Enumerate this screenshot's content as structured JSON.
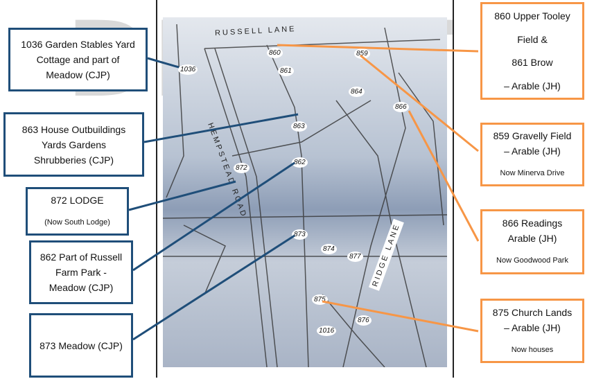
{
  "watermark": "DRAFT",
  "map": {
    "roads": [
      "RUSSELL LANE",
      "HEMPSTEAD ROAD",
      "RIDGE LANE"
    ],
    "lots": [
      "1036",
      "860",
      "861",
      "859",
      "864",
      "866",
      "863",
      "872",
      "862",
      "873",
      "874",
      "877",
      "875",
      "876",
      "1016"
    ]
  },
  "left_boxes": [
    {
      "lines": [
        "1036  Garden Stables Yard",
        "Cottage and part of",
        "Meadow (CJP)"
      ]
    },
    {
      "lines": [
        "863  House Outbuildings",
        "Yards Gardens",
        "Shrubberies (CJP)"
      ]
    },
    {
      "lines": [
        "872 LODGE"
      ],
      "note": "(Now South Lodge)"
    },
    {
      "lines": [
        "862 Part of Russell",
        "Farm Park -",
        "Meadow (CJP)"
      ]
    },
    {
      "lines": [
        "873 Meadow (CJP)"
      ]
    }
  ],
  "right_boxes": [
    {
      "lines": [
        "860 Upper Tooley",
        "Field  &",
        "861 Brow",
        "– Arable (JH)"
      ]
    },
    {
      "lines": [
        "859 Gravelly Field",
        "– Arable (JH)"
      ],
      "note": "Now Minerva Drive"
    },
    {
      "lines": [
        "866 Readings",
        "Arable (JH)"
      ],
      "note": "Now Goodwood Park"
    },
    {
      "lines": [
        "875 Church Lands",
        "– Arable (JH)"
      ],
      "note": "Now houses"
    }
  ],
  "colors": {
    "left": "#1f4e79",
    "right": "#f79646"
  }
}
